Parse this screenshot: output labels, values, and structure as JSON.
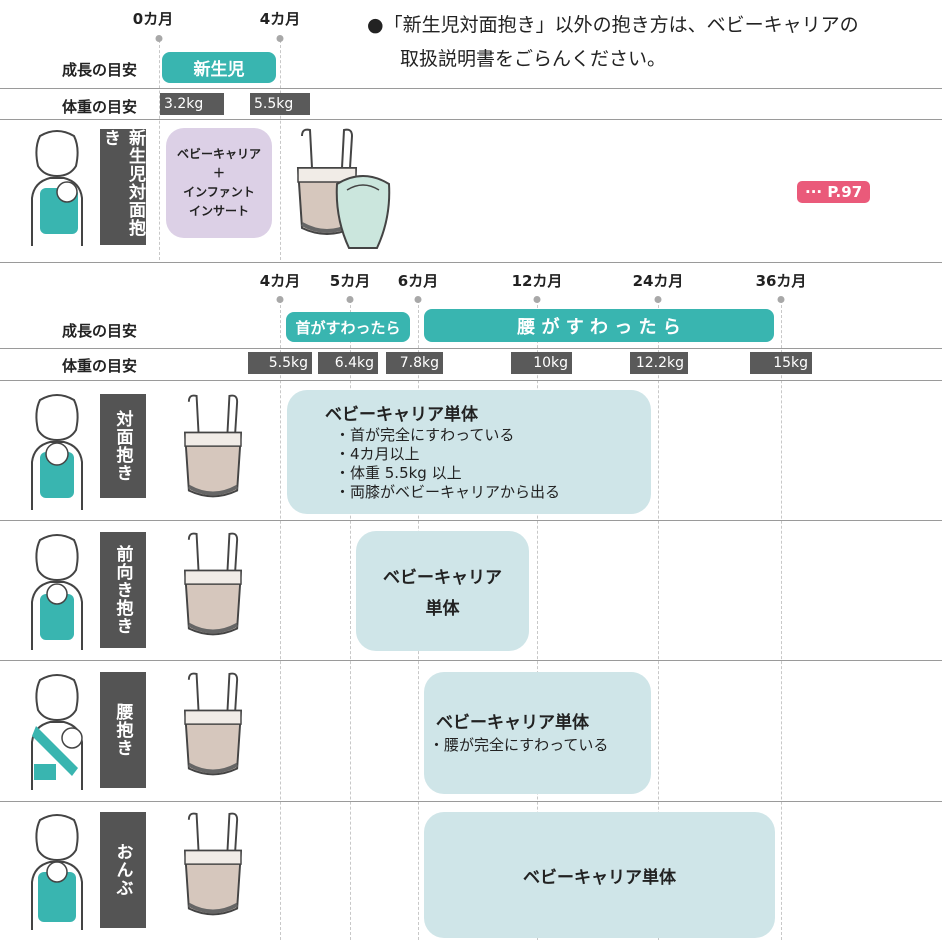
{
  "top_note": {
    "line1": "●「新生児対面抱き」以外の抱き方は、ベビーキャリアの",
    "line2": "取扱説明書をごらんください。"
  },
  "section1": {
    "ages": [
      "0カ月",
      "4カ月"
    ],
    "growth_label": "成長の目安",
    "growth_tag": "新生児",
    "weight_label": "体重の目安",
    "weights": [
      "3.2kg",
      "5.5kg"
    ],
    "position_label": "新生児対面抱き",
    "insert_box": {
      "line1": "ベビーキャリア",
      "line2": "＋",
      "line3": "インファント",
      "line4": "インサート"
    },
    "page_ref": "··· P.97"
  },
  "section2": {
    "ages": [
      "4カ月",
      "5カ月",
      "6カ月",
      "12カ月",
      "24カ月",
      "36カ月"
    ],
    "growth_label": "成長の目安",
    "growth_tag_neck": "首がすわったら",
    "growth_tag_waist": "腰 が す わ っ た ら",
    "weight_label": "体重の目安",
    "weights": [
      "5.5kg",
      "6.4kg",
      "7.8kg",
      "10kg",
      "12.2kg",
      "15kg"
    ]
  },
  "positions": [
    {
      "label": "対面抱き",
      "title": "ベビーキャリア単体",
      "conditions": [
        "・首が完全にすわっている",
        "・4カ月以上",
        "・体重 5.5kg 以上",
        "・両膝がベビーキャリアから出る"
      ]
    },
    {
      "label": "前向き抱き",
      "title_line1": "ベビーキャリア",
      "title_line2": "単体"
    },
    {
      "label": "腰抱き",
      "title": "ベビーキャリア単体",
      "conditions": [
        "・腰が完全にすわっている"
      ]
    },
    {
      "label": "おんぶ",
      "title": "ベビーキャリア単体"
    }
  ],
  "colors": {
    "teal": "#39b5b0",
    "panel": "#cfe5e8",
    "lilac": "#dcd0e6",
    "pink": "#ea5a7a",
    "dark_gray": "#545454"
  },
  "icons": [
    "parent-front-carry-icon",
    "baby-carrier-icon",
    "infant-insert-icon",
    "arrow-dots-icon"
  ]
}
